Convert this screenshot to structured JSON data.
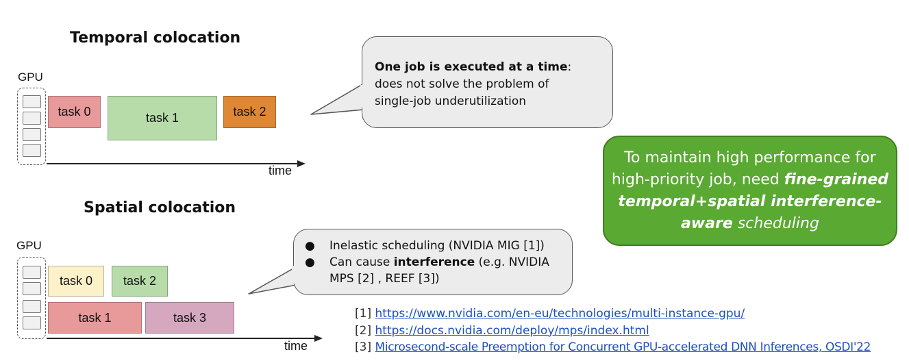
{
  "temporal": {
    "heading": "Temporal colocation",
    "gpu_label": "GPU",
    "tasks": [
      "task 0",
      "task 1",
      "task 2"
    ],
    "time_label": "time",
    "bubble": {
      "bold": "One job is executed at a time",
      "rest_first": ":",
      "line2": "does not solve the problem of",
      "line3": "single-job underutilization"
    }
  },
  "spatial": {
    "heading": "Spatial colocation",
    "gpu_label": "GPU",
    "tasks": [
      "task 0",
      "task 2",
      "task 1",
      "task 3"
    ],
    "time_label": "time",
    "bubble": {
      "bullet": "●",
      "item1": "Inelastic scheduling (NVIDIA MIG [1])",
      "item2_pre": "Can cause ",
      "item2_bold": "interference",
      "item2_post": " (e.g. NVIDIA",
      "item2_line2": "MPS [2] , REEF [3])"
    }
  },
  "callout": {
    "line1": "To maintain high performance for",
    "line2_plain": "high-priority job, need ",
    "line2_bi": "fine-grained",
    "line3_bi": "temporal+spatial interference-",
    "line4_bi": "aware",
    "line4_i": " scheduling"
  },
  "references": [
    {
      "num": "[1]",
      "text": "https://www.nvidia.com/en-eu/technologies/multi-instance-gpu/"
    },
    {
      "num": "[2]",
      "text": "https://docs.nvidia.com/deploy/mps/index.html"
    },
    {
      "num": "[3]",
      "text": "Microsecond-scale Preemption for Concurrent GPU-accelerated DNN Inferences, OSDI'22"
    }
  ],
  "colors": {
    "task_red": "#e89a9b",
    "task_green": "#b7dcaa",
    "task_orange": "#de8735",
    "task_yellow": "#fdf1c9",
    "task_purple": "#d6a8c0",
    "callout_green": "#5aa932",
    "link_blue": "#1e4fbf"
  }
}
